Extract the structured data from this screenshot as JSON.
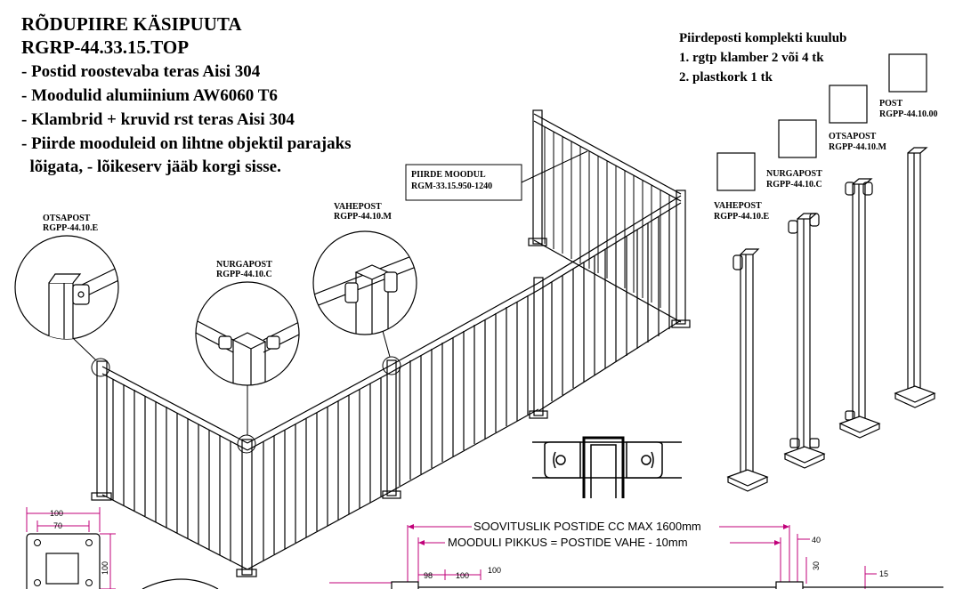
{
  "header": {
    "title": "RÕDUPIIRE KÄSIPUUTA",
    "code": "RGRP-44.33.15.TOP",
    "features": [
      "- Postid roostevaba teras Aisi 304",
      "- Moodulid alumiinium AW6060 T6",
      "- Klambrid + kruvid rst teras Aisi 304",
      "- Piirde mooduleid on lihtne objektil parajaks",
      "  lõigata, - lõikeserv jääb korgi sisse."
    ]
  },
  "kit": {
    "title": "Piirdeposti komplekti kuulub",
    "items": [
      "1. rgtp klamber 2 või 4 tk",
      "2. plastkork 1 tk"
    ]
  },
  "module_label": {
    "name": "PIIRDE MOODUL",
    "code": "RGM-33.15.950-1240"
  },
  "detail_labels": {
    "end": {
      "name": "OTSAPOST",
      "code": "RGPP-44.10.E"
    },
    "corner": {
      "name": "NURGAPOST",
      "code": "RGPP-44.10.C"
    },
    "middle": {
      "name": "VAHEPOST",
      "code": "RGPP-44.10.M"
    }
  },
  "post_labels": {
    "end": {
      "name": "VAHEPOST",
      "code": "RGPP-44.10.E"
    },
    "corner": {
      "name": "NURGAPOST",
      "code": "RGPP-44.10.C"
    },
    "middle": {
      "name": "OTSAPOST",
      "code": "RGPP-44.10.M"
    },
    "plain": {
      "name": "POST",
      "code": "RGPP-44.10.00"
    }
  },
  "dimensions": {
    "cc_max": "SOOVITUSLIK POSTIDE CC MAX 1600mm",
    "module_length": "MOODULI PIKKUS = POSTIDE VAHE - 10mm",
    "d100": "100",
    "d70": "70",
    "d100v": "100",
    "d98": "98",
    "d100b": "100",
    "d100c": "100",
    "d40": "40",
    "d30": "30",
    "d15": "15"
  }
}
